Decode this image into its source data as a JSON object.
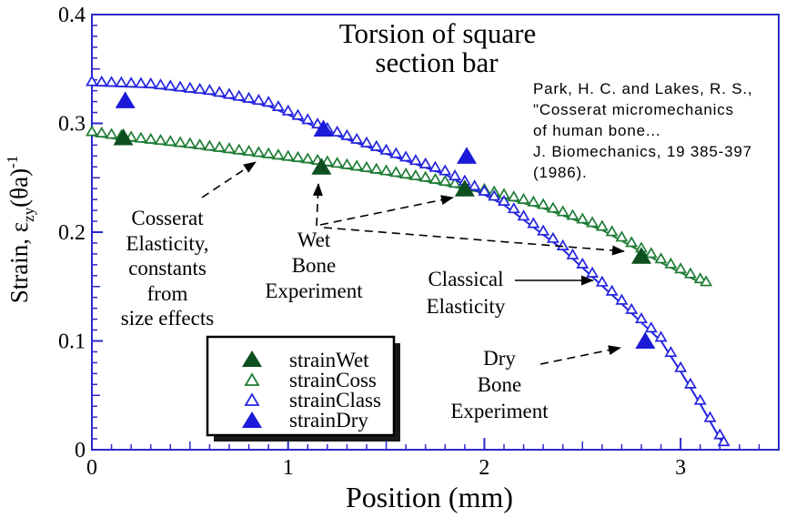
{
  "title_lines": [
    "Torsion of square",
    "section bar"
  ],
  "citation": {
    "lines": [
      "Park, H. C. and Lakes, R. S.,",
      "\"Cosserat micromechanics",
      "of human bone...",
      "J. Biomechanics, 19 385-397",
      "(1986)."
    ]
  },
  "axes": {
    "xlabel": "Position (mm)",
    "ylabel_parts": {
      "pre": "Strain, ε",
      "sub": "zy",
      "mid": "(θa)",
      "sup": "-1"
    }
  },
  "annotations": {
    "cosserat": {
      "lines": [
        "Cosserat",
        "Elasticity,",
        "constants",
        "from",
        "size effects"
      ]
    },
    "wetbone": {
      "lines": [
        "Wet",
        "Bone",
        "Experiment"
      ]
    },
    "classical": {
      "lines": [
        "Classical",
        "Elasticity"
      ]
    },
    "drybone": {
      "lines": [
        "Dry",
        "Bone",
        "Experiment"
      ]
    }
  },
  "legend": {
    "items": [
      {
        "label": "strainWet",
        "marker": "filled",
        "color": "#0d4f1f"
      },
      {
        "label": "strainCoss",
        "marker": "open",
        "color": "#1e7c35"
      },
      {
        "label": "strainClass",
        "marker": "open",
        "color": "#2424e0"
      },
      {
        "label": "strainDry",
        "marker": "filled",
        "color": "#1a1ad8"
      }
    ]
  },
  "colors": {
    "axis": "#2929cc",
    "background": "#ffffff",
    "text": "#000000",
    "legend_border": "#000000",
    "legend_shadow": "#1a1a1a"
  },
  "chart_data": {
    "type": "scatter",
    "title": "Torsion of square section bar",
    "xlabel": "Position (mm)",
    "ylabel": "Strain, ε_zy (θa)^-1",
    "xlim": [
      0,
      3.5
    ],
    "ylim": [
      0,
      0.4
    ],
    "grid": false,
    "legend_position": "lower-left",
    "x_ticks": [
      {
        "v": 0,
        "label": "0"
      },
      {
        "v": 1,
        "label": "1"
      },
      {
        "v": 2,
        "label": "2"
      },
      {
        "v": 3,
        "label": "3"
      }
    ],
    "y_ticks": [
      {
        "v": 0,
        "label": "0"
      },
      {
        "v": 0.1,
        "label": "0.1"
      },
      {
        "v": 0.2,
        "label": "0.2"
      },
      {
        "v": 0.3,
        "label": "0.3"
      },
      {
        "v": 0.4,
        "label": "0.4"
      }
    ],
    "x_minor_step": 0.1,
    "x_medium_step": 0.5,
    "y_minor_step": 0.01,
    "y_medium_step": 0.05,
    "marker_step": 0.05,
    "series": [
      {
        "name": "strainWet",
        "style": "points-filled",
        "color": "#0d4f1f",
        "points": [
          [
            0.16,
            0.287
          ],
          [
            1.17,
            0.26
          ],
          [
            1.9,
            0.24
          ],
          [
            2.8,
            0.178
          ]
        ]
      },
      {
        "name": "strainCoss",
        "style": "curve-open",
        "color": "#1e7c35",
        "points": [
          [
            0,
            0.289
          ],
          [
            0.2,
            0.284
          ],
          [
            0.5,
            0.278
          ],
          [
            0.8,
            0.271
          ],
          [
            1.1,
            0.264
          ],
          [
            1.4,
            0.256
          ],
          [
            1.7,
            0.247
          ],
          [
            2.0,
            0.236
          ],
          [
            2.3,
            0.222
          ],
          [
            2.6,
            0.202
          ],
          [
            2.9,
            0.172
          ],
          [
            3.13,
            0.151
          ]
        ]
      },
      {
        "name": "strainClass",
        "style": "curve-open",
        "color": "#2424e0",
        "points": [
          [
            0,
            0.335
          ],
          [
            0.3,
            0.333
          ],
          [
            0.6,
            0.327
          ],
          [
            0.9,
            0.316
          ],
          [
            1.2,
            0.292
          ],
          [
            1.5,
            0.272
          ],
          [
            1.8,
            0.253
          ],
          [
            2.1,
            0.225
          ],
          [
            2.4,
            0.184
          ],
          [
            2.7,
            0.134
          ],
          [
            2.9,
            0.1
          ],
          [
            3.0,
            0.072
          ],
          [
            3.1,
            0.042
          ],
          [
            3.22,
            0.004
          ]
        ]
      },
      {
        "name": "strainDry",
        "style": "points-filled",
        "color": "#1a1ad8",
        "points": [
          [
            0.17,
            0.321
          ],
          [
            1.18,
            0.295
          ],
          [
            1.91,
            0.27
          ],
          [
            2.82,
            0.1
          ]
        ]
      }
    ]
  }
}
